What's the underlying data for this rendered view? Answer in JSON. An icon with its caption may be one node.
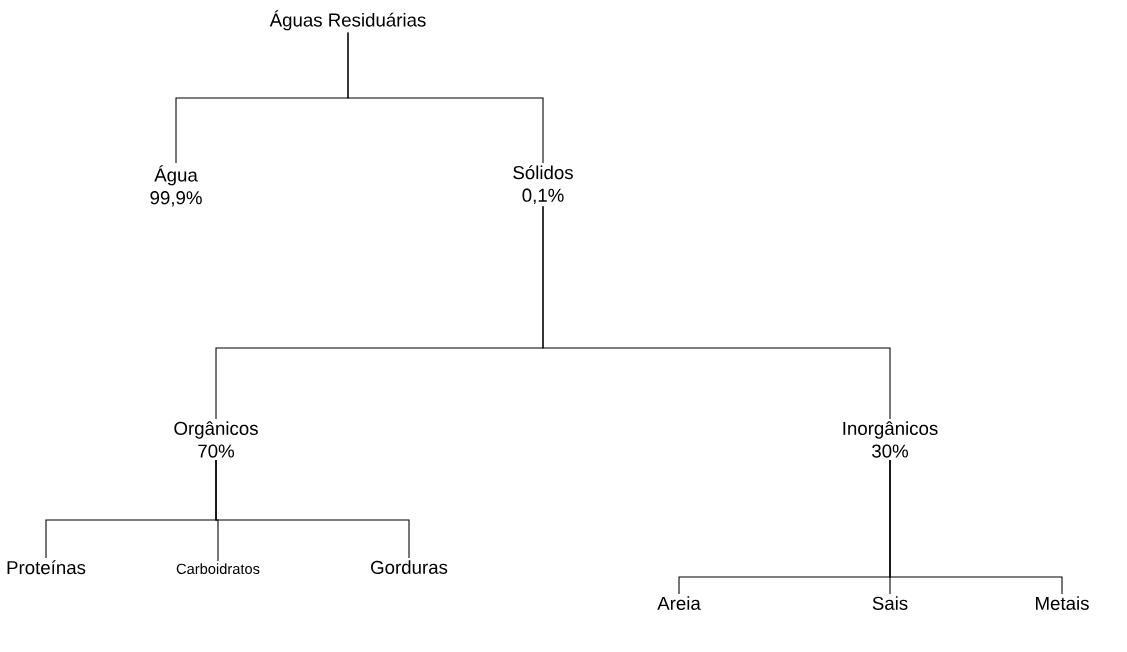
{
  "diagram": {
    "nodes": [
      {
        "text": [
          "Águas Residuárias"
        ]
      },
      {
        "text": [
          "Água",
          "99,9%"
        ]
      },
      {
        "text": [
          "Sólidos",
          "0,1%"
        ]
      },
      {
        "text": [
          "Orgânicos",
          "70%"
        ]
      },
      {
        "text": [
          "Inorgânicos",
          "30%"
        ]
      },
      {
        "text": [
          "Proteínas"
        ]
      },
      {
        "text": [
          "Carboidratos"
        ]
      },
      {
        "text": [
          "Gorduras"
        ]
      },
      {
        "text": [
          "Areia"
        ]
      },
      {
        "text": [
          "Sais"
        ]
      },
      {
        "text": [
          "Metais"
        ]
      }
    ],
    "edges": [
      {
        "from": 0,
        "to": 1,
        "arrow": "none"
      },
      {
        "from": 0,
        "to": 2,
        "arrow": "none"
      },
      {
        "from": 2,
        "to": 3,
        "arrow": "none"
      },
      {
        "from": 2,
        "to": 4,
        "arrow": "none"
      },
      {
        "from": 3,
        "to": 5,
        "arrow": "none"
      },
      {
        "from": 3,
        "to": 6,
        "arrow": "none"
      },
      {
        "from": 3,
        "to": 7,
        "arrow": "none"
      },
      {
        "from": 4,
        "to": 8,
        "arrow": "none"
      },
      {
        "from": 4,
        "to": 9,
        "arrow": "none"
      },
      {
        "from": 4,
        "to": 10,
        "arrow": "none"
      }
    ]
  }
}
